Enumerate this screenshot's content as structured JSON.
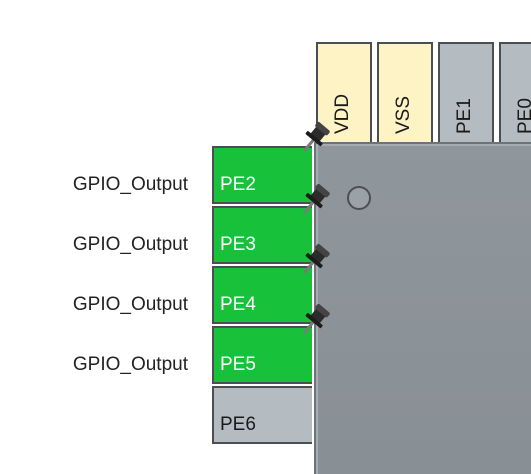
{
  "top_pins": [
    {
      "label": "VDD",
      "type": "power"
    },
    {
      "label": "VSS",
      "type": "power"
    },
    {
      "label": "PE1",
      "type": "io"
    },
    {
      "label": "PE0",
      "type": "io"
    }
  ],
  "left_pins": [
    {
      "label": "PE2",
      "signal": "GPIO_Output",
      "state": "assigned"
    },
    {
      "label": "PE3",
      "signal": "GPIO_Output",
      "state": "assigned"
    },
    {
      "label": "PE4",
      "signal": "GPIO_Output",
      "state": "assigned"
    },
    {
      "label": "PE5",
      "signal": "GPIO_Output",
      "state": "assigned"
    },
    {
      "label": "PE6",
      "signal": "",
      "state": "unassigned"
    }
  ],
  "icons": {
    "pin_lock": "pushpin-icon",
    "pin1_marker": "pin1-marker"
  },
  "colors": {
    "assigned_pin": "#17c13a",
    "power_pin": "#fdf3c4",
    "unassigned_pin": "#b4bcc2",
    "chip_body": "#8c9399"
  }
}
